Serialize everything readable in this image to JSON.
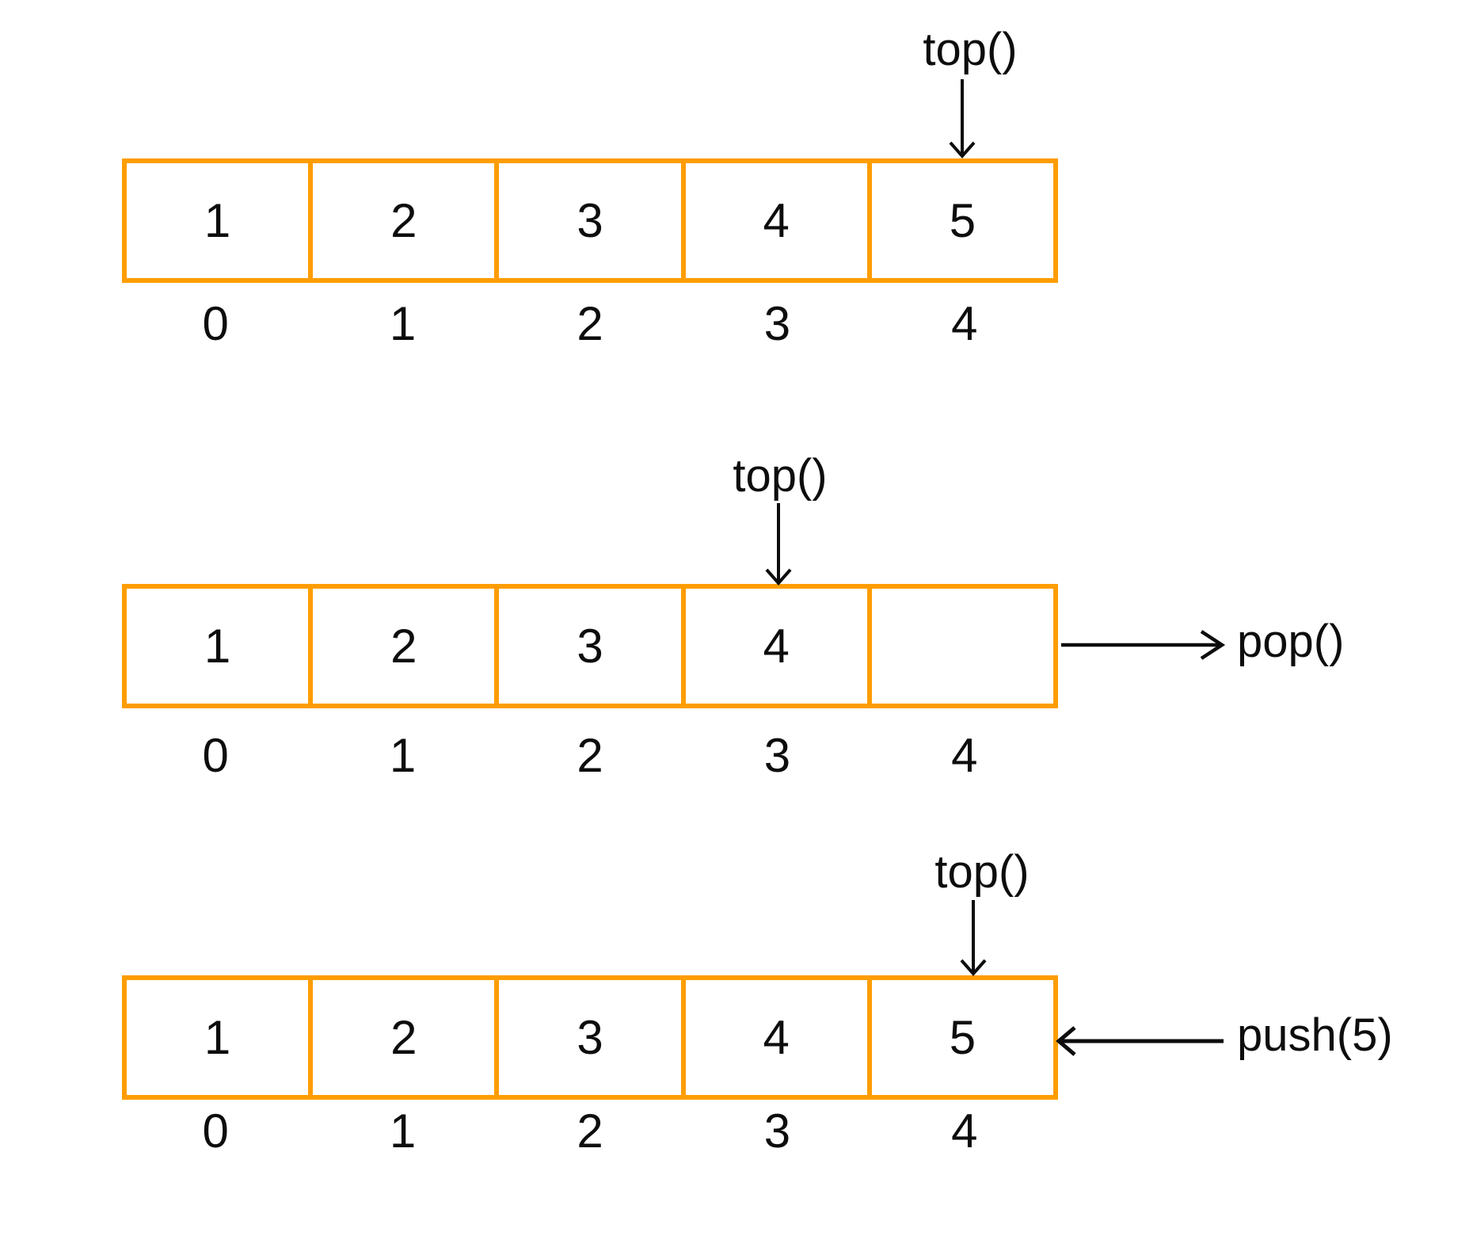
{
  "colors": {
    "box_border": "#FF9D00",
    "line": "#0d0d0d",
    "background": "#ffffff"
  },
  "diagrams": [
    {
      "pointer_label": "top()",
      "cells": [
        "1",
        "2",
        "3",
        "4",
        "5"
      ],
      "indices": [
        "0",
        "1",
        "2",
        "3",
        "4"
      ]
    },
    {
      "pointer_label": "top()",
      "cells": [
        "1",
        "2",
        "3",
        "4",
        ""
      ],
      "indices": [
        "0",
        "1",
        "2",
        "3",
        "4"
      ],
      "operation_label": "pop()"
    },
    {
      "pointer_label": "top()",
      "cells": [
        "1",
        "2",
        "3",
        "4",
        "5"
      ],
      "indices": [
        "0",
        "1",
        "2",
        "3",
        "4"
      ],
      "operation_label": "push(5)"
    }
  ]
}
